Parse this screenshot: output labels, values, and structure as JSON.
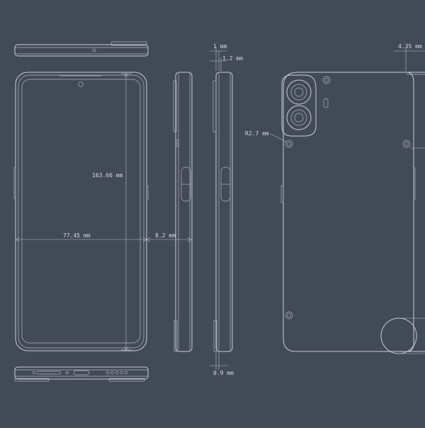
{
  "colors": {
    "background": "#434a57",
    "line": "#c9ced7",
    "text": "#d7dbe2"
  },
  "dimensions": {
    "height": "163.66 mm",
    "width": "77.45 mm",
    "thickness": "8.2 mm",
    "frame_edge": "1 mm",
    "frame_offset": "1.2 mm",
    "bottom_edge": "0.9 mm",
    "camera_offset": "4.35 mm",
    "screw_radius": "R2.7 mm"
  }
}
